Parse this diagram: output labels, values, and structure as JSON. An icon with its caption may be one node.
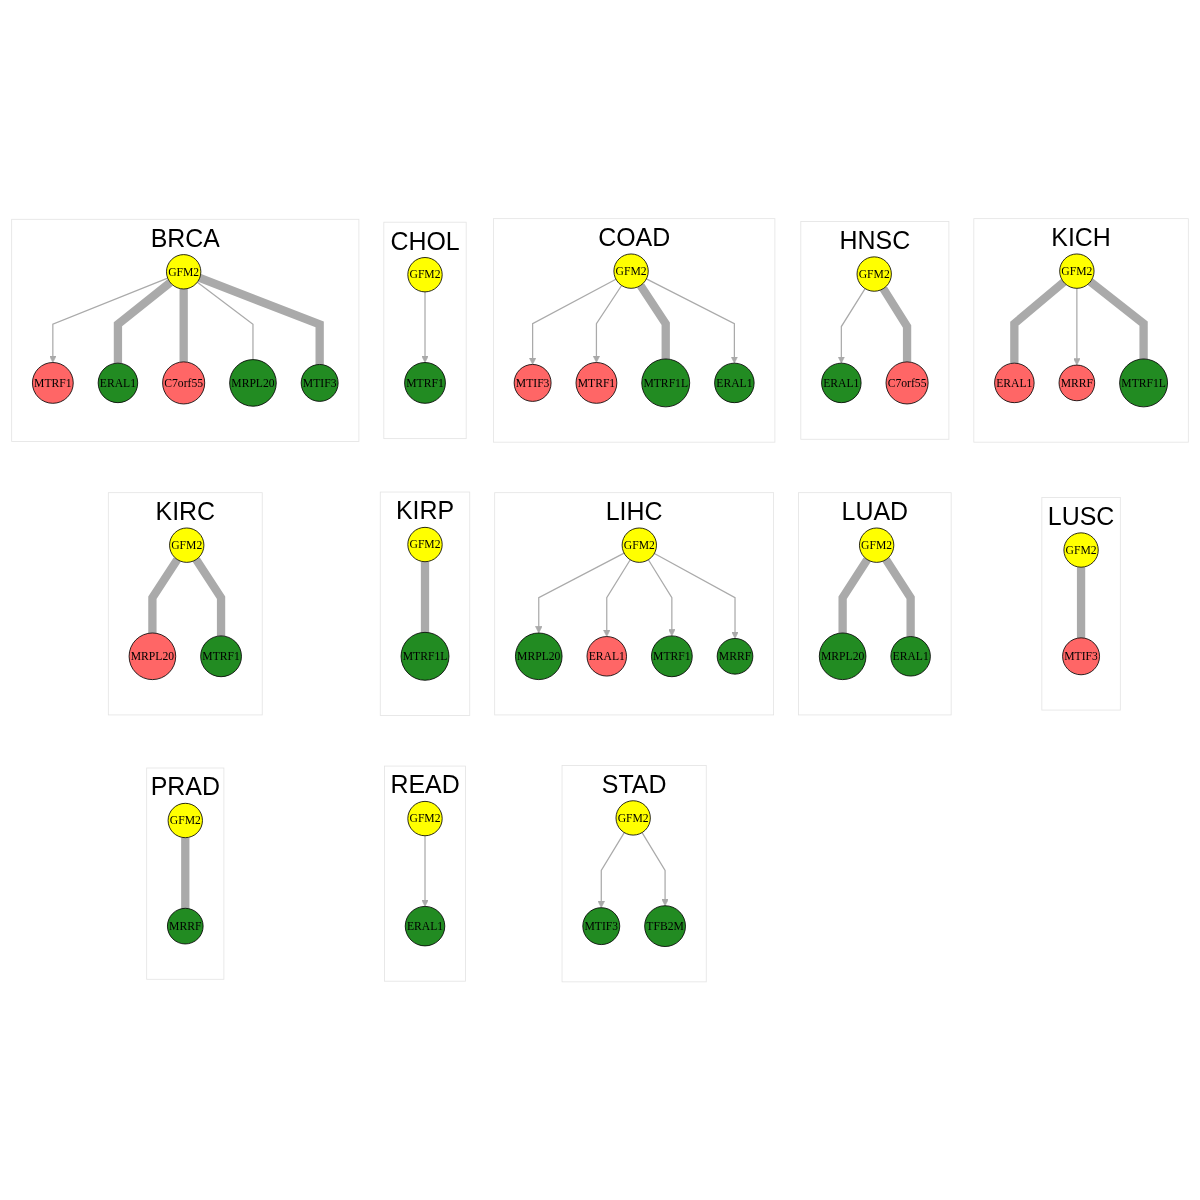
{
  "diagram": {
    "nodes": [
      {
        "text": [
          "BRCA"
        ]
      },
      {
        "text": [
          "MTRF1"
        ],
        "in": 0
      },
      {
        "text": [
          "ERAL1"
        ],
        "in": 0
      },
      {
        "text": [
          "GFM2"
        ],
        "in": 0
      },
      {
        "text": [
          "C7orf55"
        ],
        "in": 0
      },
      {
        "text": [
          "MRPL20"
        ],
        "in": 0
      },
      {
        "text": [
          "MTIF3"
        ],
        "in": 0
      },
      {
        "text": [
          "CHOL"
        ]
      },
      {
        "text": [
          "MTRF1"
        ],
        "in": 7
      },
      {
        "text": [
          "GFM2"
        ],
        "in": 7
      },
      {
        "text": [
          "COAD"
        ]
      },
      {
        "text": [
          "MTIF3"
        ],
        "in": 10
      },
      {
        "text": [
          "MTRF1"
        ],
        "in": 10
      },
      {
        "text": [
          "GFM2"
        ],
        "in": 10
      },
      {
        "text": [
          "MTRF1L"
        ],
        "in": 10
      },
      {
        "text": [
          "ERAL1"
        ],
        "in": 10
      },
      {
        "text": [
          "HNSC"
        ]
      },
      {
        "text": [
          "ERAL1"
        ],
        "in": 16
      },
      {
        "text": [
          "GFM2"
        ],
        "in": 16
      },
      {
        "text": [
          "C7orf55"
        ],
        "in": 16
      },
      {
        "text": [
          "KICH"
        ]
      },
      {
        "text": [
          "ERAL1"
        ],
        "in": 20
      },
      {
        "text": [
          "GFM2"
        ],
        "in": 20
      },
      {
        "text": [
          "MRRF"
        ],
        "in": 20
      },
      {
        "text": [
          "MTRF1L"
        ],
        "in": 20
      },
      {
        "text": [
          "KIRC"
        ]
      },
      {
        "text": [
          "MRPL20"
        ],
        "in": 25
      },
      {
        "text": [
          "GFM2"
        ],
        "in": 25
      },
      {
        "text": [
          "MTRF1"
        ],
        "in": 25
      },
      {
        "text": [
          "KIRP"
        ]
      },
      {
        "text": [
          "MTRF1L"
        ],
        "in": 29
      },
      {
        "text": [
          "GFM2"
        ],
        "in": 29
      },
      {
        "text": [
          "LIHC"
        ]
      },
      {
        "text": [
          "MRPL20"
        ],
        "in": 32
      },
      {
        "text": [
          "ERAL1"
        ],
        "in": 32
      },
      {
        "text": [
          "GFM2"
        ],
        "in": 32
      },
      {
        "text": [
          "MTRF1"
        ],
        "in": 32
      },
      {
        "text": [
          "MRRF"
        ],
        "in": 32
      },
      {
        "text": [
          "LUAD"
        ]
      },
      {
        "text": [
          "MRPL20"
        ],
        "in": 38
      },
      {
        "text": [
          "GFM2"
        ],
        "in": 38
      },
      {
        "text": [
          "ERAL1"
        ],
        "in": 38
      },
      {
        "text": [
          "LUSC"
        ]
      },
      {
        "text": [
          "MTIF3"
        ],
        "in": 42
      },
      {
        "text": [
          "GFM2"
        ],
        "in": 42
      },
      {
        "text": [
          "PRAD"
        ]
      },
      {
        "text": [
          "GFM2"
        ],
        "in": 45
      },
      {
        "text": [
          "MRRF"
        ],
        "in": 45
      },
      {
        "text": [
          "READ"
        ]
      },
      {
        "text": [
          "ERAL1"
        ],
        "in": 48
      },
      {
        "text": [
          "GFM2"
        ],
        "in": 48
      },
      {
        "text": [
          "STAD"
        ]
      },
      {
        "text": [
          "MTIF3"
        ],
        "in": 51
      },
      {
        "text": [
          "GFM2"
        ],
        "in": 51
      },
      {
        "text": [
          "TFB2M"
        ],
        "in": 51
      }
    ],
    "edges": [
      {
        "from": 3,
        "to": 1,
        "arrow": "to"
      },
      {
        "from": 3,
        "to": 2,
        "arrow": "none",
        "style": "thick"
      },
      {
        "from": 3,
        "to": 4,
        "arrow": "none",
        "style": "thick"
      },
      {
        "from": 3,
        "to": 5,
        "arrow": "none"
      },
      {
        "from": 3,
        "to": 6,
        "arrow": "none",
        "style": "thick"
      },
      {
        "from": 9,
        "to": 8,
        "arrow": "to"
      },
      {
        "from": 13,
        "to": 11,
        "arrow": "to"
      },
      {
        "from": 13,
        "to": 12,
        "arrow": "to"
      },
      {
        "from": 13,
        "to": 14,
        "arrow": "none",
        "style": "thick"
      },
      {
        "from": 13,
        "to": 15,
        "arrow": "to"
      },
      {
        "from": 18,
        "to": 17,
        "arrow": "to"
      },
      {
        "from": 18,
        "to": 19,
        "arrow": "none",
        "style": "thick"
      },
      {
        "from": 22,
        "to": 21,
        "arrow": "none",
        "style": "thick"
      },
      {
        "from": 22,
        "to": 23,
        "arrow": "to"
      },
      {
        "from": 22,
        "to": 24,
        "arrow": "none",
        "style": "thick"
      },
      {
        "from": 27,
        "to": 26,
        "arrow": "none",
        "style": "thick"
      },
      {
        "from": 27,
        "to": 28,
        "arrow": "none",
        "style": "thick"
      },
      {
        "from": 31,
        "to": 30,
        "arrow": "none",
        "style": "thick"
      },
      {
        "from": 35,
        "to": 33,
        "arrow": "to"
      },
      {
        "from": 35,
        "to": 34,
        "arrow": "to"
      },
      {
        "from": 35,
        "to": 36,
        "arrow": "to"
      },
      {
        "from": 35,
        "to": 37,
        "arrow": "to"
      },
      {
        "from": 40,
        "to": 39,
        "arrow": "none",
        "style": "thick"
      },
      {
        "from": 40,
        "to": 41,
        "arrow": "none",
        "style": "thick"
      },
      {
        "from": 44,
        "to": 43,
        "arrow": "none",
        "style": "thick"
      },
      {
        "from": 46,
        "to": 47,
        "arrow": "none",
        "style": "thick"
      },
      {
        "from": 50,
        "to": 49,
        "arrow": "to"
      },
      {
        "from": 53,
        "to": 52,
        "arrow": "to"
      },
      {
        "from": 53,
        "to": 54,
        "arrow": "to"
      }
    ]
  }
}
